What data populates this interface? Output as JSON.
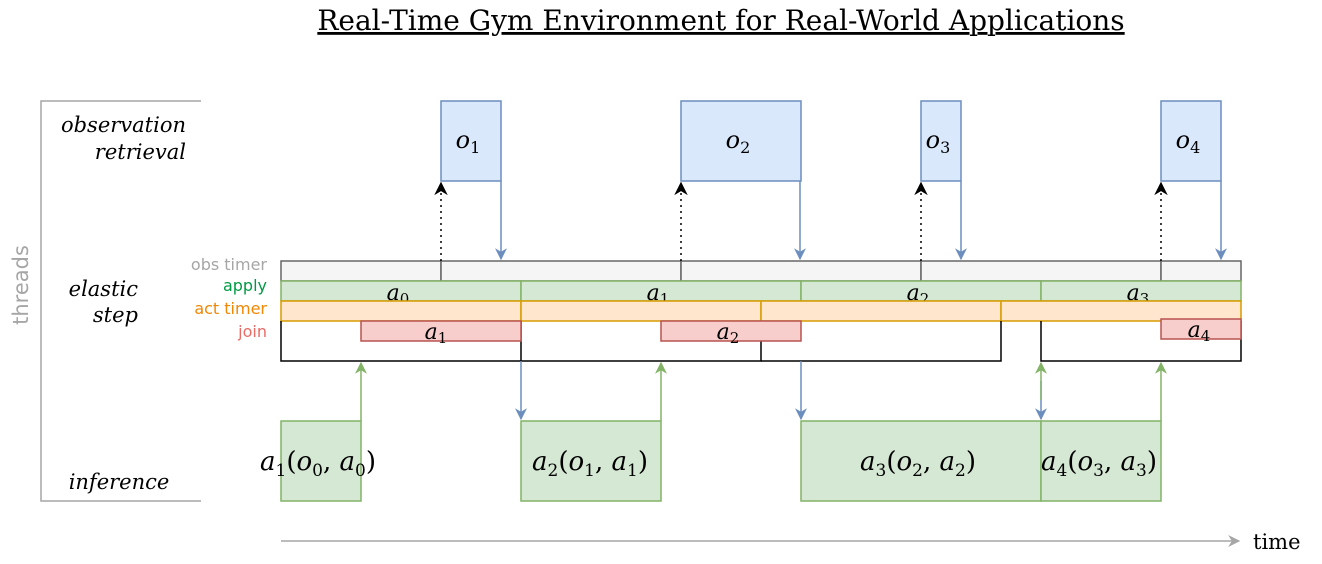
{
  "title": "Real-Time Gym Environment for Real-World Applications",
  "threads_label": "threads",
  "labels": {
    "obs_retrieval_line1": "observation",
    "obs_retrieval_line2": "retrieval",
    "elastic_line1": "elastic",
    "elastic_line2": "step",
    "inference": "inference",
    "time": "time"
  },
  "timer_labels": {
    "obs_timer": "obs timer",
    "apply": "apply",
    "act_timer": "act timer",
    "join": "join"
  },
  "observations": [
    {
      "base": "o",
      "sub": "1"
    },
    {
      "base": "o",
      "sub": "2"
    },
    {
      "base": "o",
      "sub": "3"
    },
    {
      "base": "o",
      "sub": "4"
    }
  ],
  "applied_actions": [
    {
      "base": "a",
      "sub": "0"
    },
    {
      "base": "a",
      "sub": "1"
    },
    {
      "base": "a",
      "sub": "2"
    },
    {
      "base": "a",
      "sub": "3"
    }
  ],
  "joined_actions": [
    {
      "base": "a",
      "sub": "1"
    },
    {
      "base": "a",
      "sub": "2"
    },
    {
      "base": "a",
      "sub": "4"
    }
  ],
  "inferences": [
    {
      "out": "a",
      "out_sub": "1",
      "o_sub": "0",
      "a_sub": "0"
    },
    {
      "out": "a",
      "out_sub": "2",
      "o_sub": "1",
      "a_sub": "1"
    },
    {
      "out": "a",
      "out_sub": "3",
      "o_sub": "2",
      "a_sub": "2"
    },
    {
      "out": "a",
      "out_sub": "4",
      "o_sub": "3",
      "a_sub": "3"
    }
  ],
  "colors": {
    "obs_fill": "#dae8fc",
    "obs_stroke": "#6c8ebf",
    "apply_fill": "#d5e8d4",
    "apply_stroke": "#82b366",
    "act_fill": "#ffe6cc",
    "act_stroke": "#d79b00",
    "join_fill": "#f8cecc",
    "join_stroke": "#b85450",
    "timer_fill": "#f5f5f5",
    "timer_stroke": "#666666",
    "grey_text": "#a6a6a6",
    "apply_text": "#009a44",
    "act_text": "#f08705",
    "join_text": "#ea6b66"
  }
}
